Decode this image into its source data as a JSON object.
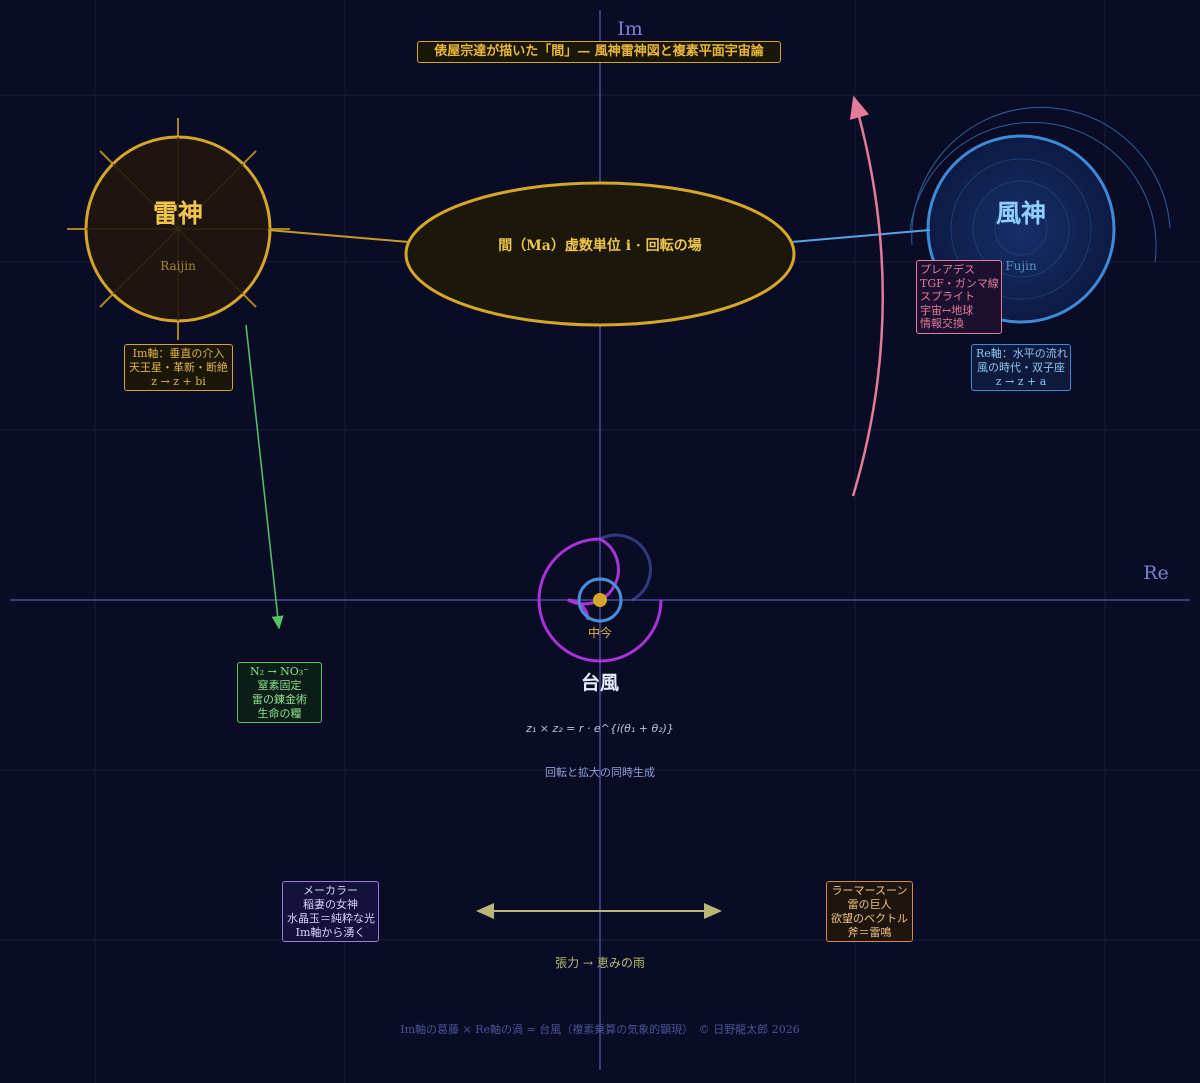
{
  "title": "俵屋宗達が描いた「間」— 風神雷神図と複素平面宇宙論",
  "axes": {
    "im": "Im",
    "re": "Re"
  },
  "raijin": {
    "name": "雷神",
    "romaji": "Raijin",
    "note": [
      "Im軸：垂直の介入",
      "天王星・革新・断絶",
      "z → z + bi"
    ]
  },
  "fujin": {
    "name": "風神",
    "romaji": "Fujin",
    "note": [
      "Re軸：水平の流れ",
      "風の時代・双子座",
      "z → z + a"
    ]
  },
  "ma": {
    "label": "間（Ma）虚数単位 i · 回転の場"
  },
  "pleiades": [
    "プレアデス",
    "TGF・ガンマ線",
    "スプライト",
    "宇宙↔地球",
    "情報交換"
  ],
  "nitrogen": [
    "N₂ → NO₃⁻",
    "窒素固定",
    "雷の錬金術",
    "生命の糧"
  ],
  "center": {
    "now": "中今",
    "typhoon": "台風",
    "formula": "z₁ × z₂ = r · e^{i(θ₁ + θ₂)}",
    "formula_caption": "回転と拡大の同時生成"
  },
  "mekhala": [
    "メーカラー",
    "稲妻の女神",
    "水晶玉＝純粋な光",
    "Im軸から湧く"
  ],
  "ramasoon": [
    "ラーマースーン",
    "雷の巨人",
    "欲望のベクトル",
    "斧＝雷鳴"
  ],
  "tension": "張力 → 恵みの雨",
  "footer": "Im軸の葛藤 × Re軸の渦 = 台風（複素乗算の気象的顕現）　© 日野龍太郎 2026",
  "colors": {
    "background": "#0a0c26",
    "axis": "#4a4d96",
    "gold": "#d4a62a",
    "blue": "#3d8bd6",
    "pink": "#e27c98",
    "green": "#55c465",
    "purple": "#9a7be0",
    "orange": "#d68a3a",
    "olive": "#b8b874"
  }
}
